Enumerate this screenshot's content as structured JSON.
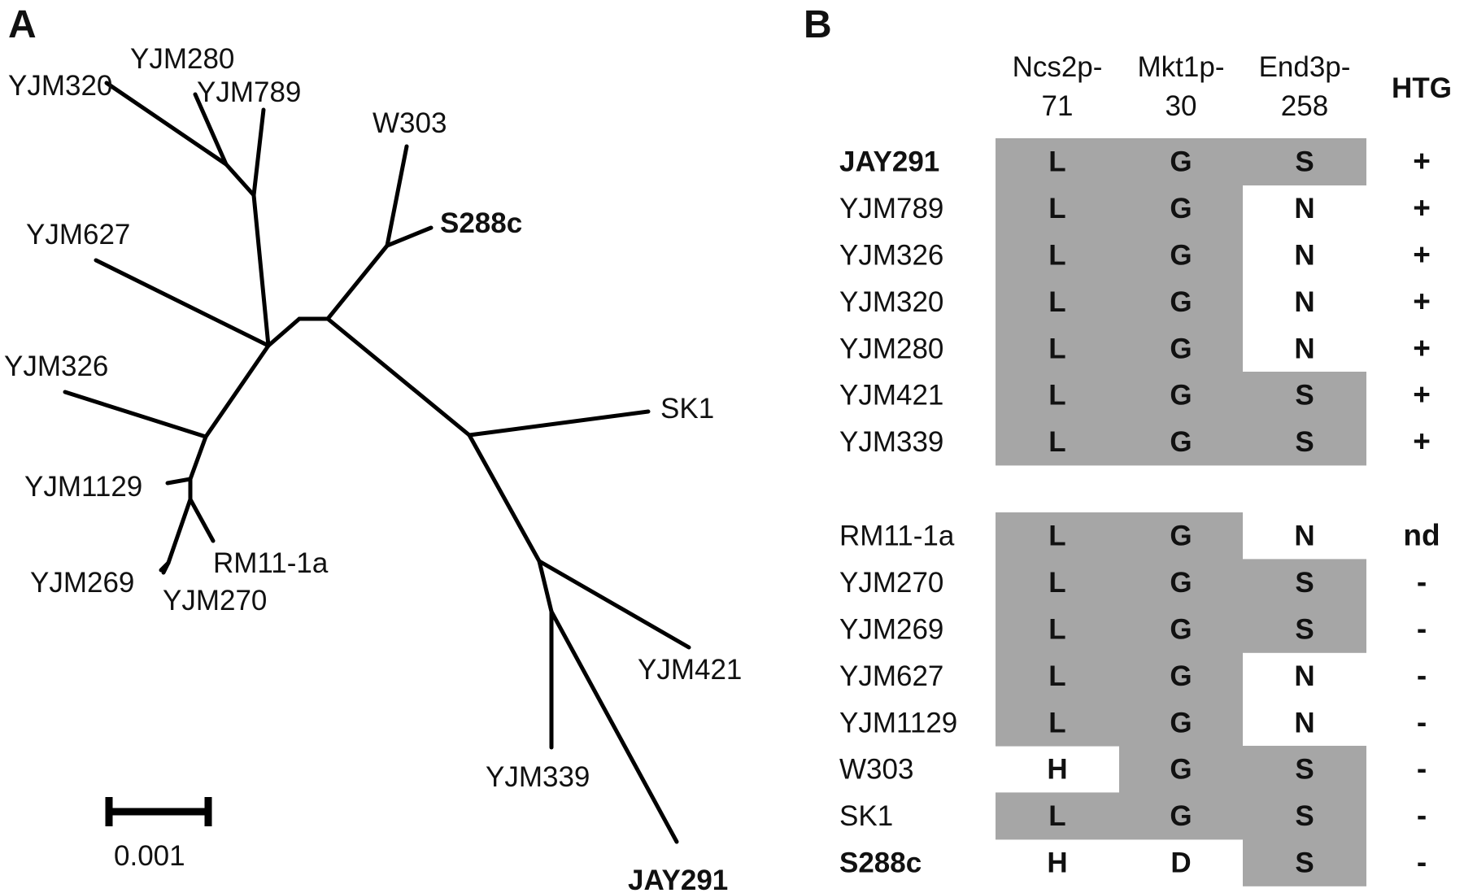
{
  "panels": {
    "a": "A",
    "b": "B"
  },
  "colors": {
    "shaded": "#a6a6a6",
    "line": "#000000",
    "text": "#111111"
  },
  "tree": {
    "scale_label": "0.001",
    "tips": {
      "YJM320": "YJM320",
      "YJM280": "YJM280",
      "YJM789": "YJM789",
      "W303": "W303",
      "S288c": "S288c",
      "YJM627": "YJM627",
      "YJM326": "YJM326",
      "YJM1129": "YJM1129",
      "YJM269": "YJM269",
      "RM11_1a": "RM11-1a",
      "YJM270": "YJM270",
      "SK1": "SK1",
      "YJM421": "YJM421",
      "YJM339": "YJM339",
      "JAY291": "JAY291"
    }
  },
  "table": {
    "columns": [
      {
        "line1": "Ncs2p-",
        "line2": "71"
      },
      {
        "line1": "Mkt1p-",
        "line2": "30"
      },
      {
        "line1": "End3p-",
        "line2": "258"
      }
    ],
    "htg_header": "HTG",
    "rows": [
      {
        "strain": "JAY291",
        "bold": true,
        "residues": [
          "L",
          "G",
          "S"
        ],
        "shaded": [
          true,
          true,
          true
        ],
        "htg": "+"
      },
      {
        "strain": "YJM789",
        "bold": false,
        "residues": [
          "L",
          "G",
          "N"
        ],
        "shaded": [
          true,
          true,
          false
        ],
        "htg": "+"
      },
      {
        "strain": "YJM326",
        "bold": false,
        "residues": [
          "L",
          "G",
          "N"
        ],
        "shaded": [
          true,
          true,
          false
        ],
        "htg": "+"
      },
      {
        "strain": "YJM320",
        "bold": false,
        "residues": [
          "L",
          "G",
          "N"
        ],
        "shaded": [
          true,
          true,
          false
        ],
        "htg": "+"
      },
      {
        "strain": "YJM280",
        "bold": false,
        "residues": [
          "L",
          "G",
          "N"
        ],
        "shaded": [
          true,
          true,
          false
        ],
        "htg": "+"
      },
      {
        "strain": "YJM421",
        "bold": false,
        "residues": [
          "L",
          "G",
          "S"
        ],
        "shaded": [
          true,
          true,
          true
        ],
        "htg": "+"
      },
      {
        "strain": "YJM339",
        "bold": false,
        "residues": [
          "L",
          "G",
          "S"
        ],
        "shaded": [
          true,
          true,
          true
        ],
        "htg": "+"
      },
      {
        "strain": "RM11-1a",
        "bold": false,
        "residues": [
          "L",
          "G",
          "N"
        ],
        "shaded": [
          true,
          true,
          false
        ],
        "htg": "nd"
      },
      {
        "strain": "YJM270",
        "bold": false,
        "residues": [
          "L",
          "G",
          "S"
        ],
        "shaded": [
          true,
          true,
          true
        ],
        "htg": "-"
      },
      {
        "strain": "YJM269",
        "bold": false,
        "residues": [
          "L",
          "G",
          "S"
        ],
        "shaded": [
          true,
          true,
          true
        ],
        "htg": "-"
      },
      {
        "strain": "YJM627",
        "bold": false,
        "residues": [
          "L",
          "G",
          "N"
        ],
        "shaded": [
          true,
          true,
          false
        ],
        "htg": "-"
      },
      {
        "strain": "YJM1129",
        "bold": false,
        "residues": [
          "L",
          "G",
          "N"
        ],
        "shaded": [
          true,
          true,
          false
        ],
        "htg": "-"
      },
      {
        "strain": "W303",
        "bold": false,
        "residues": [
          "H",
          "G",
          "S"
        ],
        "shaded": [
          false,
          true,
          true
        ],
        "htg": "-"
      },
      {
        "strain": "SK1",
        "bold": false,
        "residues": [
          "L",
          "G",
          "S"
        ],
        "shaded": [
          true,
          true,
          true
        ],
        "htg": "-"
      },
      {
        "strain": "S288c",
        "bold": true,
        "residues": [
          "H",
          "D",
          "S"
        ],
        "shaded": [
          false,
          false,
          true
        ],
        "htg": "-"
      }
    ]
  }
}
